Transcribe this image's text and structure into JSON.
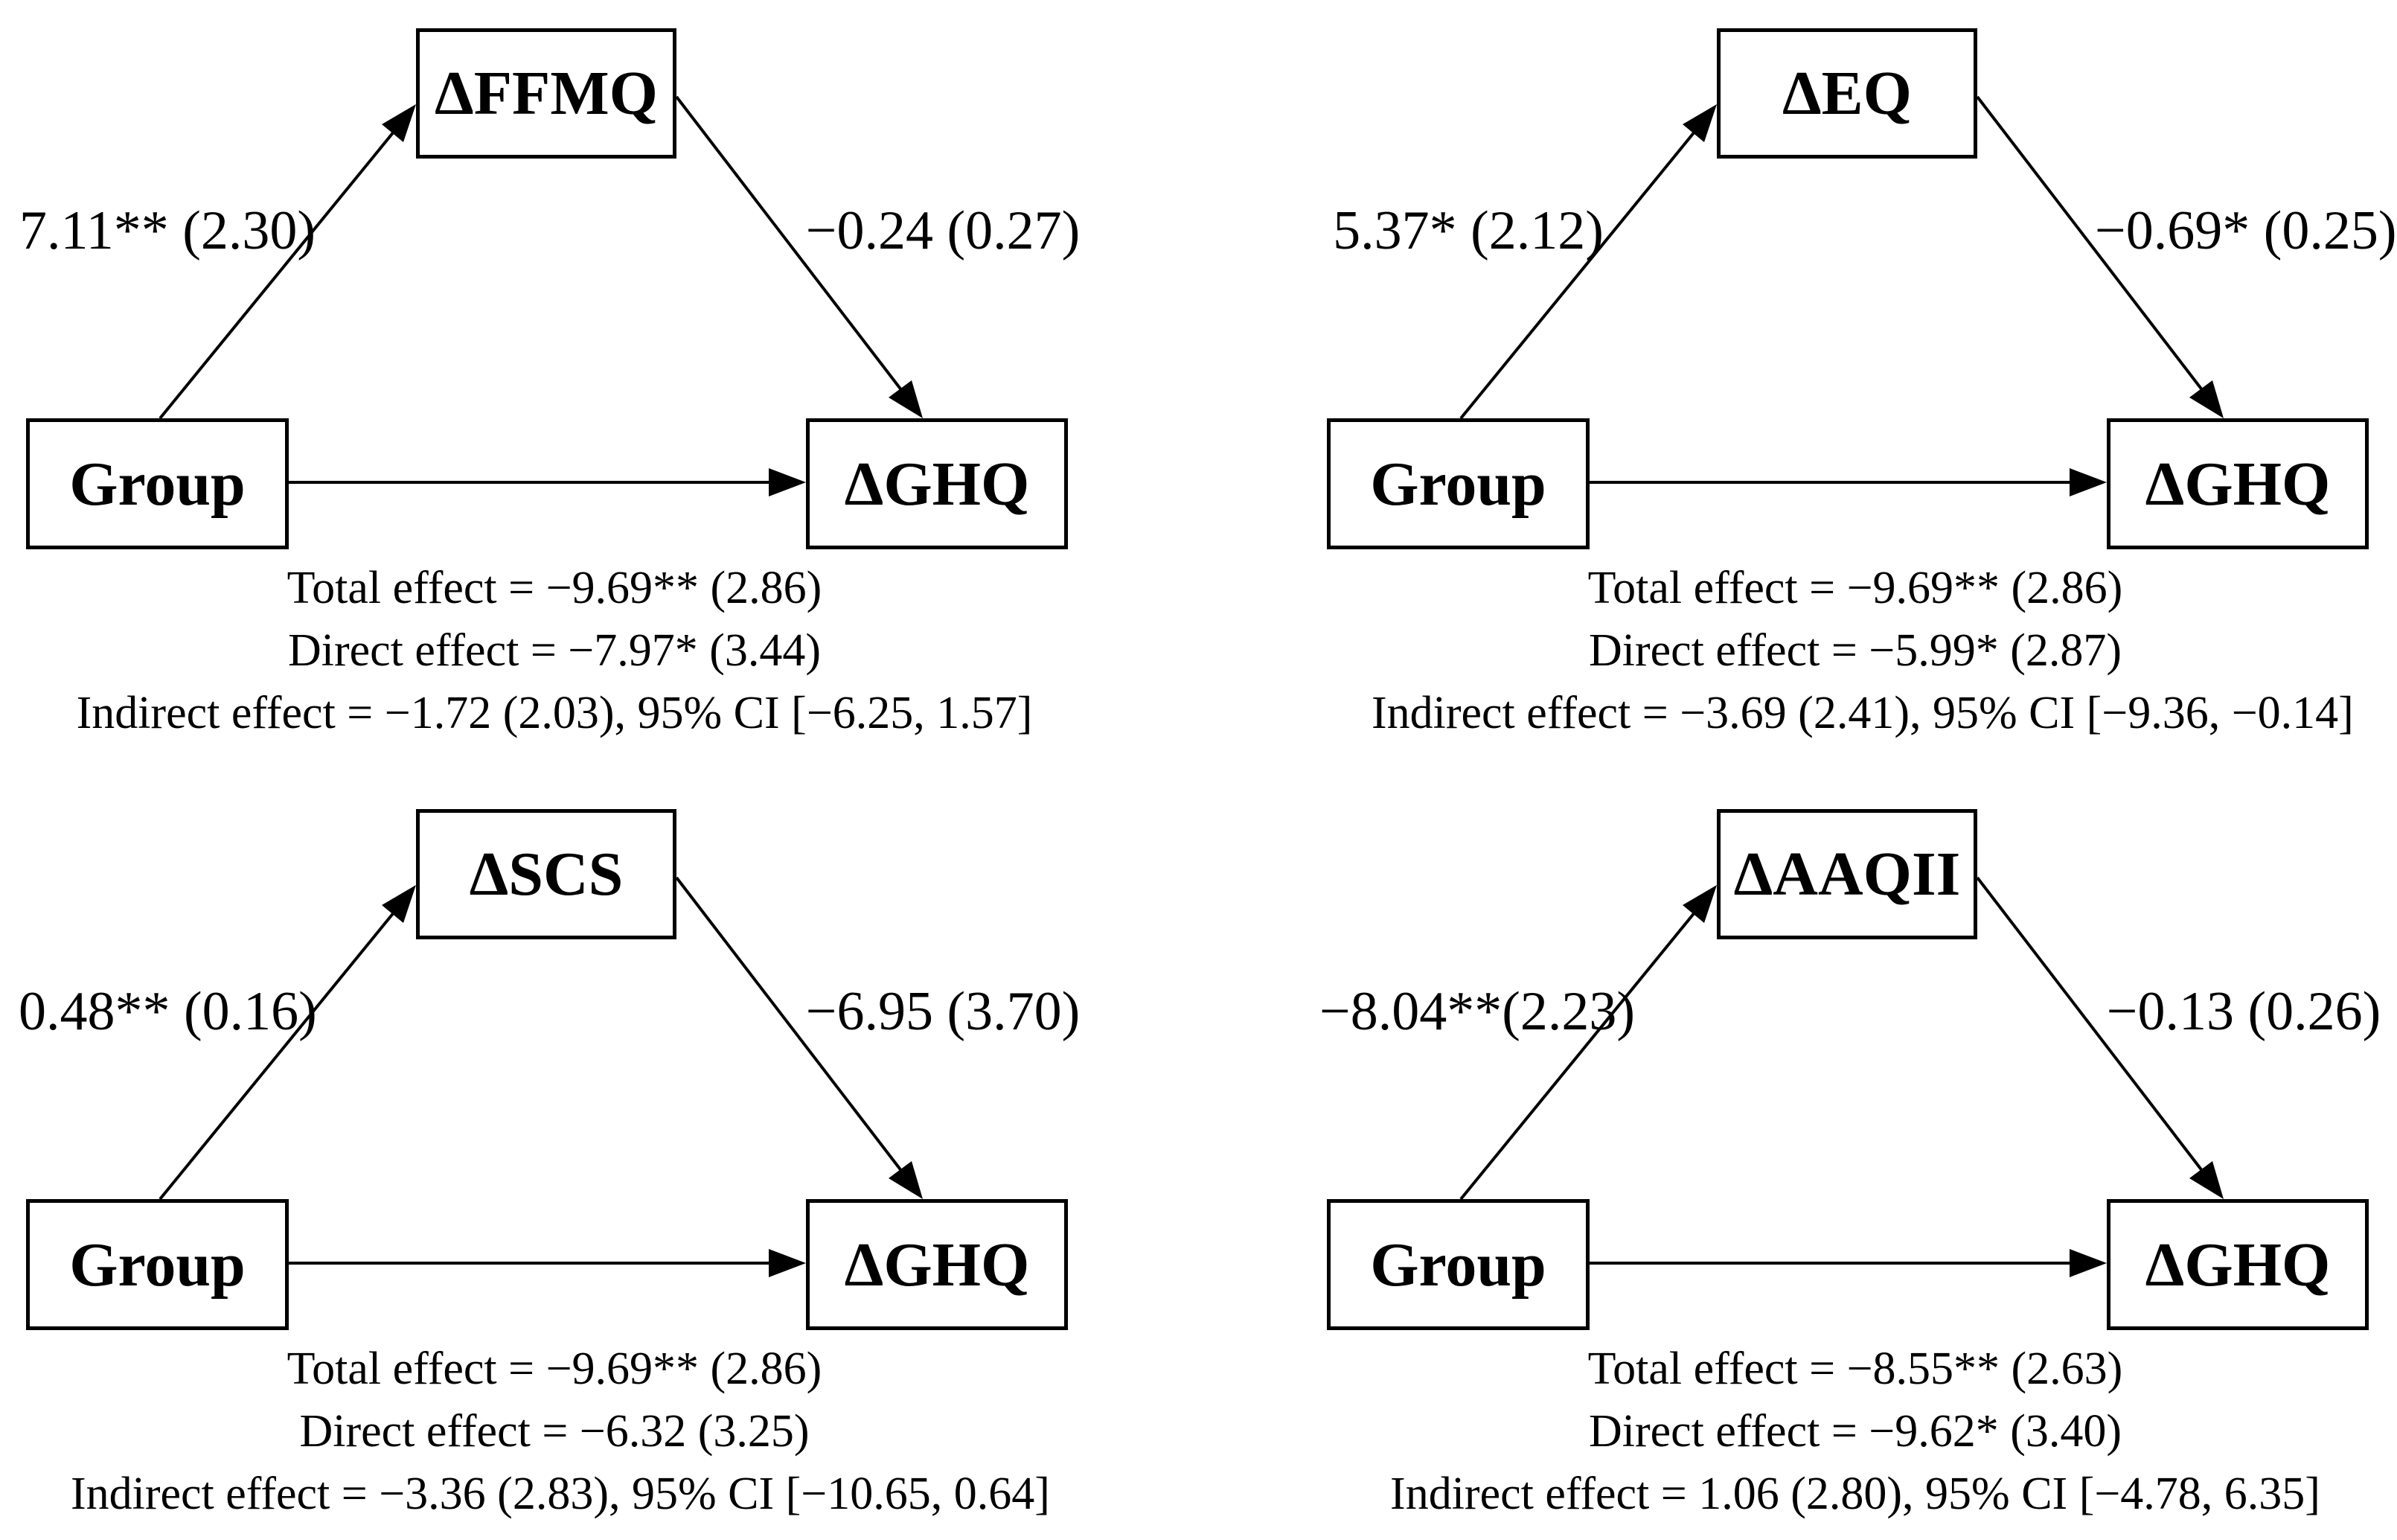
{
  "colors": {
    "ink": "#000000",
    "background": "#ffffff"
  },
  "panels": [
    {
      "predictor": "Group",
      "mediator": "ΔFFMQ",
      "outcome": "ΔGHQ",
      "path_a": "7.11** (2.30)",
      "path_b": "−0.24 (0.27)",
      "total": "Total effect = −9.69** (2.86)",
      "direct": "Direct effect = −7.97* (3.44)",
      "indirect": "Indirect effect = −1.72 (2.03), 95% CI [−6.25, 1.57]"
    },
    {
      "predictor": "Group",
      "mediator": "ΔEQ",
      "outcome": "ΔGHQ",
      "path_a": "5.37* (2.12)",
      "path_b": "−0.69* (0.25)",
      "total": "Total effect = −9.69** (2.86)",
      "direct": "Direct effect = −5.99* (2.87)",
      "indirect": "Indirect effect = −3.69 (2.41), 95% CI [−9.36, −0.14]"
    },
    {
      "predictor": "Group",
      "mediator": "ΔSCS",
      "outcome": "ΔGHQ",
      "path_a": "0.48** (0.16)",
      "path_b": "−6.95 (3.70)",
      "total": "Total effect = −9.69** (2.86)",
      "direct": "Direct effect = −6.32 (3.25)",
      "indirect": "Indirect effect = −3.36 (2.83), 95% CI [−10.65, 0.64]"
    },
    {
      "predictor": "Group",
      "mediator": "ΔAAQII",
      "outcome": "ΔGHQ",
      "path_a": "−8.04**(2.23)",
      "path_b": "−0.13 (0.26)",
      "total": "Total effect = −8.55** (2.63)",
      "direct": "Direct effect = −9.62* (3.40)",
      "indirect": "Indirect effect = 1.06 (2.80), 95% CI [−4.78, 6.35]"
    }
  ]
}
